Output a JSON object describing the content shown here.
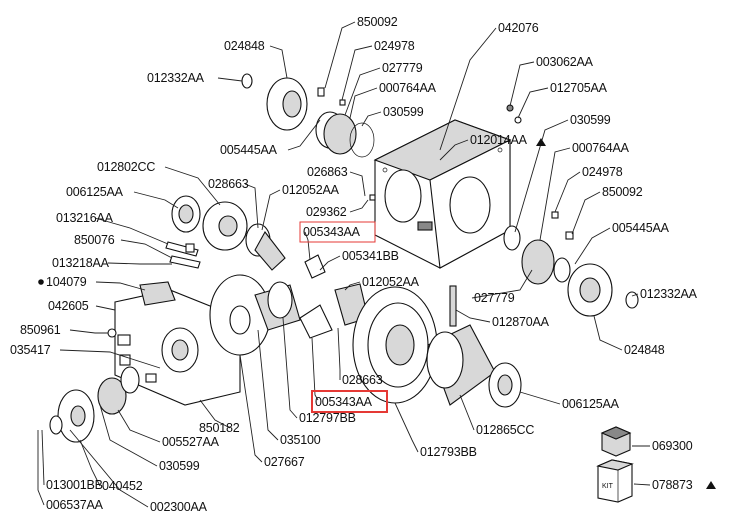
{
  "diagram": {
    "labels": [
      "850092",
      "042076",
      "024848",
      "024978",
      "012332AA",
      "027779",
      "000764AA",
      "003062AA",
      "012705AA",
      "030599",
      "005445AA",
      "012014AA",
      "030599",
      "000764AA",
      "012802CC",
      "026863",
      "028663",
      "012052AA",
      "024978",
      "006125AA",
      "029362",
      "850092",
      "013216AA",
      "005343AA",
      "005445AA",
      "850076",
      "005341BB",
      "013218AA",
      "012052AA",
      "104079",
      "027779",
      "012332AA",
      "042605",
      "012870AA",
      "850961",
      "035417",
      "024848",
      "028663",
      "005343AA",
      "850182",
      "006125AA",
      "012797BB",
      "005527AA",
      "035100",
      "012865CC",
      "030599",
      "027667",
      "012793BB",
      "069300",
      "013001BB",
      "040452",
      "006537AA",
      "002300AA",
      "078873"
    ],
    "highlight_color": "#e53935",
    "kit_box_text": "KIT"
  }
}
